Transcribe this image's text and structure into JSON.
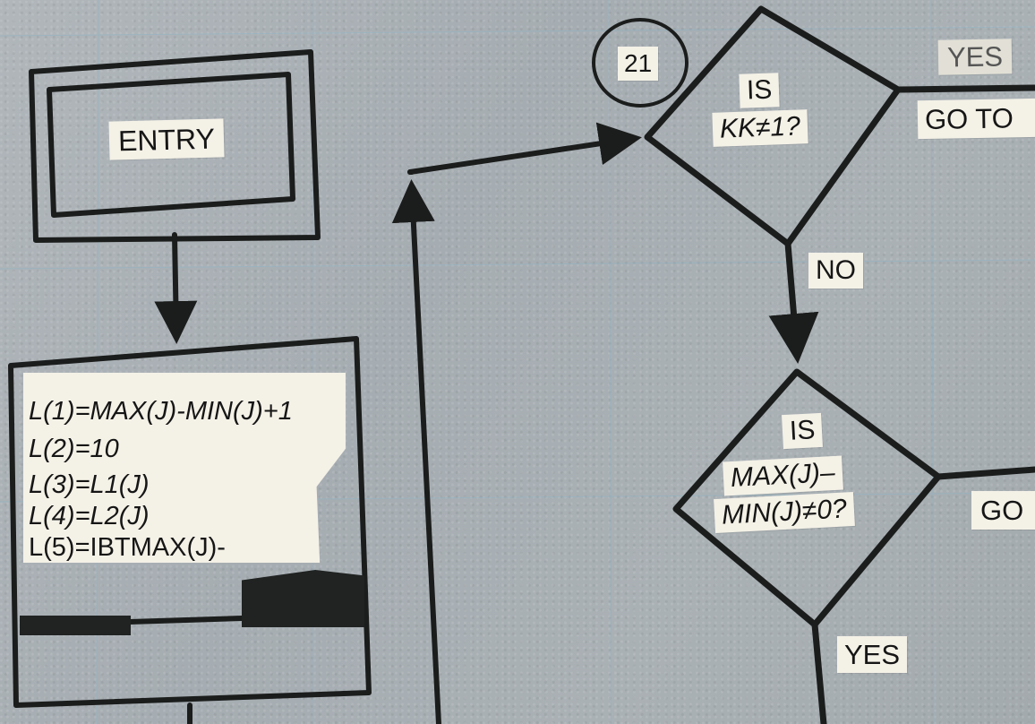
{
  "diagram": {
    "entry_label": "ENTRY",
    "code_lines": [
      "L(1)=MAX(J)-MIN(J)+1",
      "L(2)=10",
      "L(3)=L1(J)",
      "L(4)=L2(J)",
      "L(5)=IBTMAX(J)-"
    ],
    "connector_number": "21",
    "decision1": {
      "line1": "IS",
      "line2": "KK≠1?"
    },
    "decision1_yes": "YES",
    "decision1_goto": "GO TO",
    "decision1_no": "NO",
    "decision2": {
      "line1": "IS",
      "line2": "MAX(J)–",
      "line3": "MIN(J)≠0?"
    },
    "decision2_goto": "GO",
    "decision2_yes": "YES"
  }
}
